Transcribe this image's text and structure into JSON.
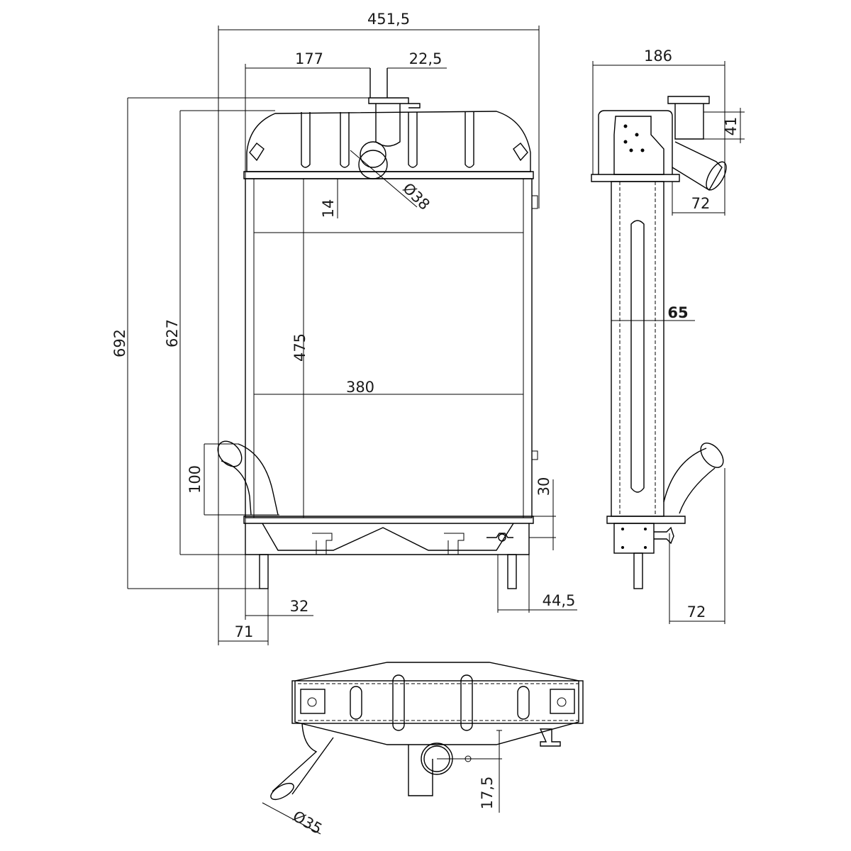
{
  "dimensions": {
    "overall_width": "451,5",
    "cap_offset": "177",
    "cap_width": "22,5",
    "overall_height": "692",
    "tank_height": "627",
    "core_height": "475",
    "core_width": "380",
    "inlet_diameter": "Ø38",
    "inlet_offset": "14",
    "outlet_height": "100",
    "drain_height": "30",
    "offset_left_32": "32",
    "offset_left_71": "71",
    "offset_right_44_5": "44,5",
    "side_depth": "186",
    "side_upper_41": "41",
    "side_upper_72": "72",
    "side_core_depth": "65",
    "side_lower_72": "72",
    "bottom_17_5": "17,5",
    "outlet_diameter": "Ø35"
  }
}
